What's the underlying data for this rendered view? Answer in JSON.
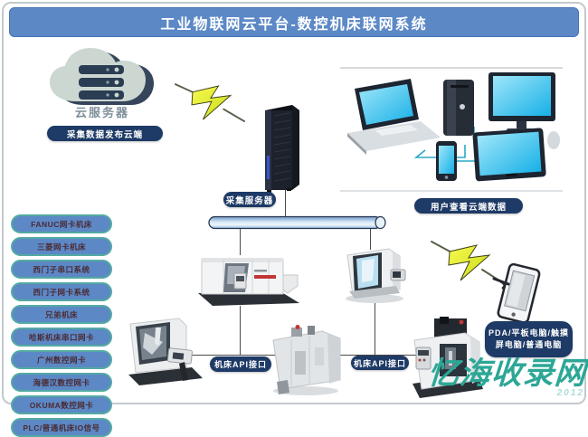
{
  "title": "工业物联网云平台-数控机床联网系统",
  "cloud": {
    "name": "云服务器",
    "badge": "采集数据发布云端"
  },
  "server": {
    "badge": "采集服务器"
  },
  "users": {
    "badge": "用户查看云端数据"
  },
  "machines": {
    "api_left": "机床API接口",
    "api_right": "机床API接口"
  },
  "pda": {
    "badge": "PDA/平板电脑/触摸屏电脑/普通电脑"
  },
  "sidebar": {
    "items": [
      "FANUC网卡机床",
      "三菱网卡机床",
      "西门子串口系统",
      "西门子网卡系统",
      "兄弟机床",
      "哈斯机床串口网卡",
      "广州数控网卡",
      "海德汉数控网卡",
      "OKUMA数控网卡",
      "PLC/普通机床IO信号"
    ]
  },
  "watermark": {
    "text": "忆海收录网",
    "year": "2012"
  },
  "colors": {
    "title_bar": "#5c88c6",
    "navy_badge": "#1e3a66",
    "sidebar_pill": "#5c88c6",
    "sidebar_border": "#53aaa2",
    "screen_cyan": "#2cc4ee",
    "lightning_yellow": "#eef23a",
    "watermark_teal": "#2ca796",
    "bus_blue": "#cfe2f4"
  }
}
